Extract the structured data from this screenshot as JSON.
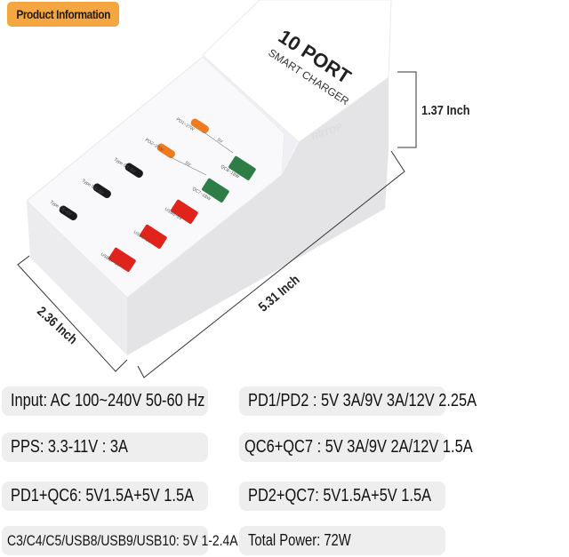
{
  "badge": "Product Information",
  "product": {
    "title": "10 PORT",
    "subtitle": "SMART CHARGER",
    "watermark": "RIITOP",
    "ports": {
      "pd1": "PD1~27W",
      "pd2": "PD2~27W",
      "qc6": "QC6~18W",
      "qc7": "QC7~18W",
      "c3": "Type C3~5V",
      "c4": "Type C4~5V",
      "c5": "Type C5~5V",
      "usb8": "USB8~5V",
      "usb9": "USB9~5V",
      "usb10": "USB10~5V",
      "link": "5V"
    },
    "colors": {
      "pd": "#f07a1e",
      "qc": "#2e7d46",
      "usb": "#e0241c",
      "typec": "#1a1a1a",
      "badge": "#f4a640"
    }
  },
  "dimensions": {
    "height": "1.37 Inch",
    "length": "5.31 Inch",
    "width": "2.36 Inch"
  },
  "specs": {
    "left": [
      "Input: AC 100~240V 50-60 Hz",
      "PPS: 3.3-11V : 3A",
      "PD1+QC6:  5V1.5A+5V 1.5A",
      "C3/C4/C5/USB8/USB9/USB10: 5V 1-2.4A"
    ],
    "right": [
      "PD1/PD2 : 5V 3A/9V 3A/12V 2.25A",
      "QC6+QC7 : 5V 3A/9V 2A/12V 1.5A",
      "PD2+QC7:  5V1.5A+5V 1.5A",
      "Total Power: 72W"
    ]
  }
}
